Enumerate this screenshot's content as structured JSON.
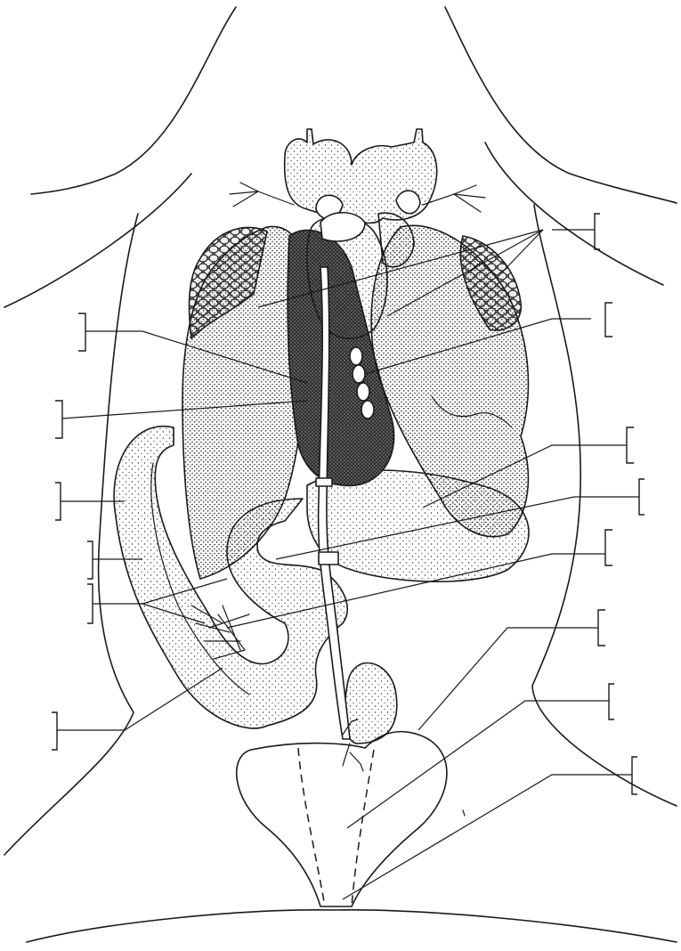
{
  "figure": {
    "type": "anatomical line drawing with blank label brackets",
    "colors": {
      "ink": "#1a1a1a",
      "stipple": "#333333",
      "paper": "#ffffff"
    },
    "labels": [
      {
        "id": "label-1",
        "text": ""
      },
      {
        "id": "label-2",
        "text": ""
      },
      {
        "id": "label-3",
        "text": ""
      },
      {
        "id": "label-4",
        "text": ""
      },
      {
        "id": "label-5",
        "text": ""
      },
      {
        "id": "label-6",
        "text": ""
      },
      {
        "id": "label-7",
        "text": ""
      },
      {
        "id": "label-8",
        "text": ""
      },
      {
        "id": "label-9",
        "text": ""
      },
      {
        "id": "label-10",
        "text": ""
      },
      {
        "id": "label-11",
        "text": ""
      },
      {
        "id": "label-12",
        "text": ""
      },
      {
        "id": "label-13",
        "text": ""
      },
      {
        "id": "label-14",
        "text": ""
      }
    ]
  }
}
